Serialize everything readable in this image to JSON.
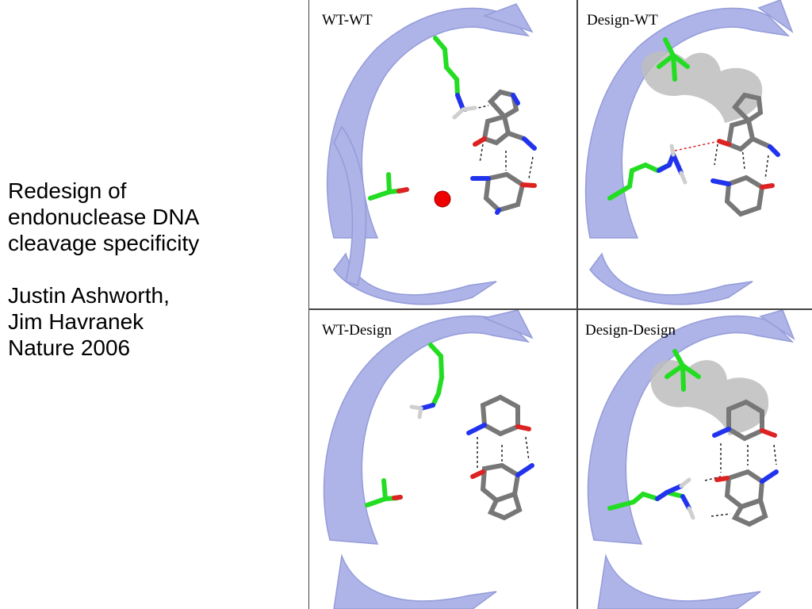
{
  "slide": {
    "title_lines": [
      "Redesign of",
      "endonuclease DNA",
      "cleavage specificity"
    ],
    "author_lines": [
      "Justin Ashworth,",
      "Jim Havranek",
      "Nature 2006"
    ]
  },
  "panels": [
    {
      "label": "WT-WT"
    },
    {
      "label": "Design-WT"
    },
    {
      "label": "WT-Design"
    },
    {
      "label": "Design-Design"
    }
  ],
  "colors": {
    "ribbon": "#aab0e6",
    "ribbon_edge": "#8f97d8",
    "sidechain": "#22dd22",
    "carbon": "#777777",
    "nitrogen": "#2233ee",
    "oxygen": "#dd2222",
    "hydrogen": "#dddddd",
    "water": "#ee0000",
    "surface": "#bdbdbd"
  }
}
